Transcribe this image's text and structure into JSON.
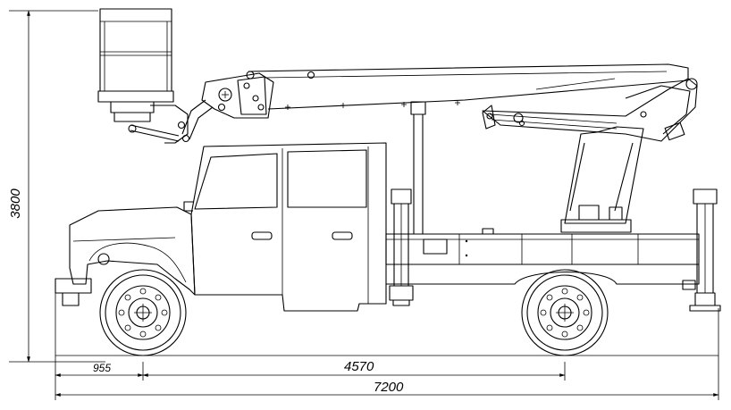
{
  "dimensions": {
    "height_total": "3800",
    "front_overhang": "955",
    "wheelbase": "4570",
    "length_total": "7200"
  }
}
